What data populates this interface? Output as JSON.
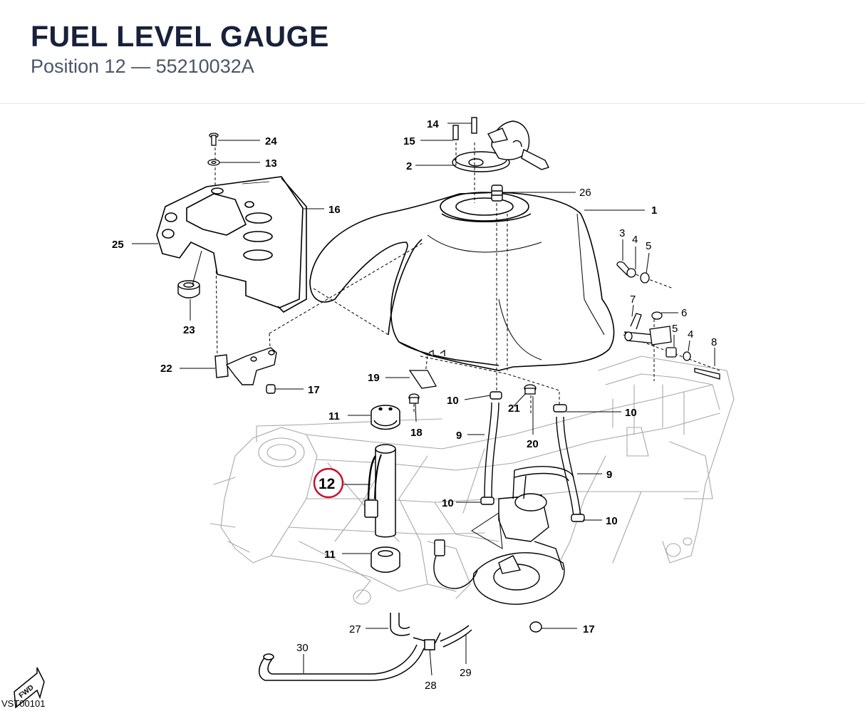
{
  "header": {
    "title": "FUEL LEVEL GAUGE",
    "subtitle": "Position 12 — 55210032A"
  },
  "colors": {
    "title": "#18213a",
    "subtitle": "#4a5566",
    "line": "#000000",
    "frame_line": "#a8a8a8",
    "highlight": "#c8102e"
  },
  "diagram": {
    "highlighted_position": "12",
    "fwd_icon_label": "FWD",
    "drawing_code": "VST00101",
    "callouts": [
      {
        "id": "c24",
        "label": "24",
        "bold": true
      },
      {
        "id": "c13",
        "label": "13",
        "bold": true
      },
      {
        "id": "c16",
        "label": "16",
        "bold": true
      },
      {
        "id": "c25",
        "label": "25",
        "bold": true
      },
      {
        "id": "c23",
        "label": "23",
        "bold": true
      },
      {
        "id": "c22",
        "label": "22",
        "bold": true
      },
      {
        "id": "c17a",
        "label": "17",
        "bold": true
      },
      {
        "id": "c14",
        "label": "14",
        "bold": true
      },
      {
        "id": "c15",
        "label": "15",
        "bold": true
      },
      {
        "id": "c2",
        "label": "2",
        "bold": true
      },
      {
        "id": "c26",
        "label": "26",
        "bold": false
      },
      {
        "id": "c1",
        "label": "1",
        "bold": true
      },
      {
        "id": "c3",
        "label": "3",
        "bold": false
      },
      {
        "id": "c4a",
        "label": "4",
        "bold": false
      },
      {
        "id": "c5a",
        "label": "5",
        "bold": false
      },
      {
        "id": "c7",
        "label": "7",
        "bold": false
      },
      {
        "id": "c6",
        "label": "6",
        "bold": false
      },
      {
        "id": "c5b",
        "label": "5",
        "bold": false
      },
      {
        "id": "c4b",
        "label": "4",
        "bold": false
      },
      {
        "id": "c8",
        "label": "8",
        "bold": false
      },
      {
        "id": "c19",
        "label": "19",
        "bold": true
      },
      {
        "id": "c10a",
        "label": "10",
        "bold": true
      },
      {
        "id": "c21",
        "label": "21",
        "bold": true
      },
      {
        "id": "c10b",
        "label": "10",
        "bold": true
      },
      {
        "id": "c11a",
        "label": "11",
        "bold": true
      },
      {
        "id": "c18",
        "label": "18",
        "bold": true
      },
      {
        "id": "c9a",
        "label": "9",
        "bold": true
      },
      {
        "id": "c20",
        "label": "20",
        "bold": true
      },
      {
        "id": "c9b",
        "label": "9",
        "bold": true
      },
      {
        "id": "c12",
        "label": "12",
        "bold": true
      },
      {
        "id": "c10c",
        "label": "10",
        "bold": true
      },
      {
        "id": "c10d",
        "label": "10",
        "bold": true
      },
      {
        "id": "c11b",
        "label": "11",
        "bold": true
      },
      {
        "id": "c17b",
        "label": "17",
        "bold": true
      },
      {
        "id": "c27",
        "label": "27",
        "bold": false
      },
      {
        "id": "c30",
        "label": "30",
        "bold": false
      },
      {
        "id": "c28",
        "label": "28",
        "bold": false
      },
      {
        "id": "c29",
        "label": "29",
        "bold": false
      }
    ]
  }
}
